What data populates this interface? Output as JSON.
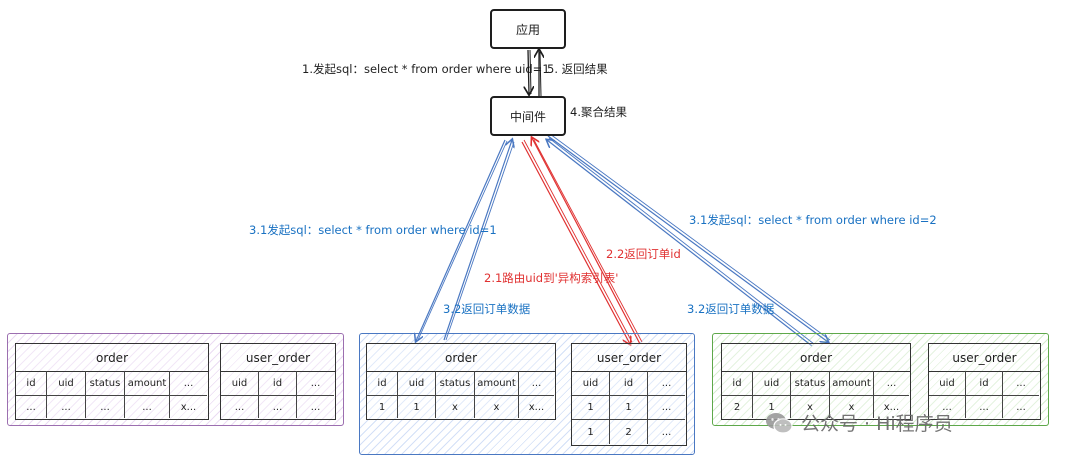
{
  "nodes": {
    "app": "应用",
    "middleware": "中间件"
  },
  "labels": {
    "step1": "1.发起sql：select * from order where uid=1",
    "step5": "5. 返回结果",
    "step4": "4.聚合结果",
    "step31_left": "3.1发起sql：select * from order where id=1",
    "step31_right": "3.1发起sql：select * from order where id=2",
    "step21": "2.1路由uid到'异构索引表'",
    "step22": "2.2返回订单id",
    "step32_left": "3.2返回订单数据",
    "step32_right": "3.2返回订单数据"
  },
  "colors": {
    "blue": "#1971c2",
    "red": "#e03131",
    "purple": "#9c6fb0",
    "green": "#5ea84a"
  },
  "databases": [
    {
      "theme": "purple",
      "order": {
        "title": "order",
        "headers": [
          "id",
          "uid",
          "status",
          "amount",
          "..."
        ],
        "rows": [
          [
            "...",
            "...",
            "...",
            "...",
            "x..."
          ]
        ]
      },
      "user_order": {
        "title": "user_order",
        "headers": [
          "uid",
          "id",
          "..."
        ],
        "rows": [
          [
            "...",
            "...",
            "..."
          ]
        ]
      }
    },
    {
      "theme": "blue",
      "order": {
        "title": "order",
        "headers": [
          "id",
          "uid",
          "status",
          "amount",
          "..."
        ],
        "rows": [
          [
            "1",
            "1",
            "x",
            "x",
            "x..."
          ]
        ]
      },
      "user_order": {
        "title": "user_order",
        "headers": [
          "uid",
          "id",
          "..."
        ],
        "rows": [
          [
            "1",
            "1",
            "..."
          ],
          [
            "1",
            "2",
            "..."
          ]
        ]
      }
    },
    {
      "theme": "green",
      "order": {
        "title": "order",
        "headers": [
          "id",
          "uid",
          "status",
          "amount",
          "..."
        ],
        "rows": [
          [
            "2",
            "1",
            "x",
            "x",
            "x..."
          ]
        ]
      },
      "user_order": {
        "title": "user_order",
        "headers": [
          "uid",
          "id",
          "..."
        ],
        "rows": [
          [
            "...",
            "...",
            "..."
          ]
        ]
      }
    }
  ],
  "watermark": "公众号 · Hi程序员"
}
